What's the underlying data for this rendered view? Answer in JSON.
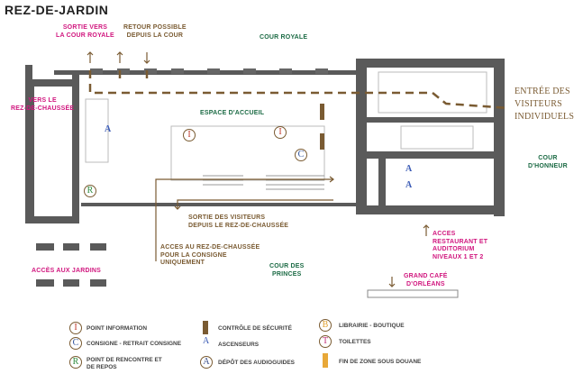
{
  "title": "REZ-DE-JARDIN",
  "labels": {
    "sortie_cour_royale": "SORTIE VERS\nLA COUR ROYALE",
    "retour_possible": "RETOUR POSSIBLE\nDEPUIS LA COUR",
    "cour_royale": "COUR ROYALE",
    "vers_rdc": "VERS LE\nREZ-DE-CHAUSSÉE",
    "espace_accueil": "ESPACE D'ACCUEIL",
    "entree_visiteurs": "ENTRÉE DES\nVISITEURS\nINDIVIDUELS",
    "cour_honneur": "COUR\nD'HONNEUR",
    "acces_restaurant": "ACCES\nRESTAURANT ET\nAUDITORIUM\nNIVEAUX 1 ET 2",
    "grand_cafe": "GRAND CAFÉ\nD'ORLÉANS",
    "cour_princes": "COUR DES\nPRINCES",
    "sortie_visiteurs_rdc": "SORTIE DES VISITEURS\nDEPUIS LE REZ-DE-CHAUSSÉE",
    "acces_rdc_consigne": "ACCES AU REZ-DE-CHAUSSÉE\nPOUR LA CONSIGNE\nUNIQUEMENT",
    "acces_jardins": "ACCÈS AUX JARDINS"
  },
  "map_markers": {
    "info": "I",
    "consigne": "C",
    "rencontre": "R",
    "ascenseur": "A"
  },
  "legend": [
    {
      "symbol": "I",
      "label": "POINT INFORMATION",
      "color": "#c0392b"
    },
    {
      "symbol": "C",
      "label": "CONSIGNE - RETRAIT CONSIGNE",
      "color": "#2a4f9a"
    },
    {
      "symbol": "R",
      "label": "POINT DE RENCONTRE ET\nDE REPOS",
      "color": "#2e8b3e"
    },
    {
      "symbol": "",
      "label": "CONTRÔLE DE SÉCURITÉ",
      "color": "#7a5b32"
    },
    {
      "symbol": "A",
      "label": "ASCENSEURS",
      "color": "#3b5bb5"
    },
    {
      "symbol": "A",
      "label": "DÉPÔT DES AUDIOGUIDES",
      "color": "#3b4f8a"
    },
    {
      "symbol": "B",
      "label": "LIBRAIRIE - BOUTIQUE",
      "color": "#e0a030"
    },
    {
      "symbol": "T",
      "label": "TOILETTES",
      "color": "#c0307a"
    },
    {
      "symbol": "",
      "label": "FIN DE ZONE SOUS DOUANE",
      "color": "#e8a838"
    }
  ],
  "colors": {
    "wall": "#5a5a5a",
    "path": "#7a5b32",
    "pink": "#d1177f",
    "green": "#1c6b45"
  }
}
